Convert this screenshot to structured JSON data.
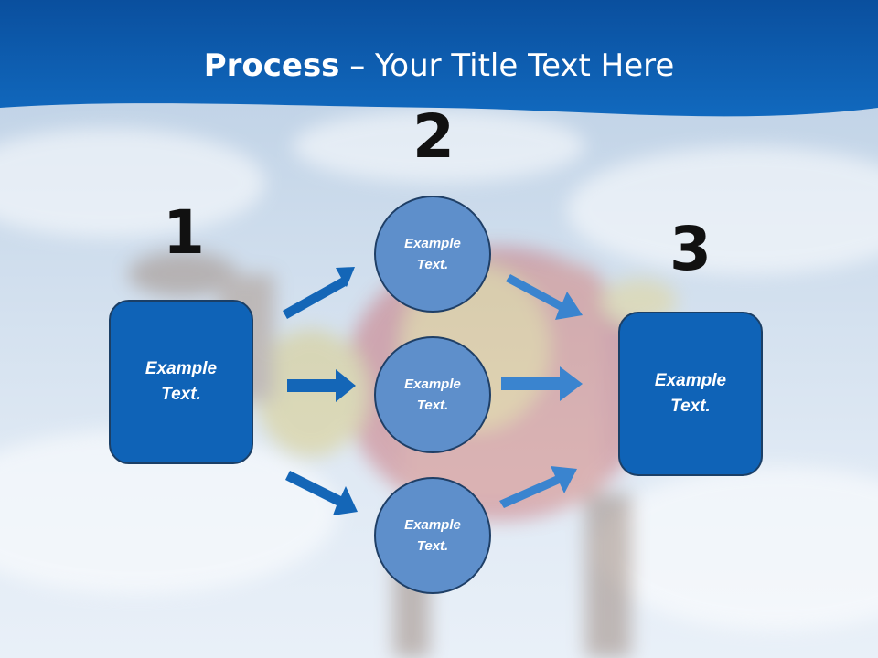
{
  "slide": {
    "title_bold": "Process",
    "title_rest": " – Your Title Text Here",
    "colors": {
      "header": "#0a5aab",
      "box": "#0f63b7",
      "circle": "#5e8fcb",
      "arrow_dark": "#1466b7",
      "arrow_light": "#3a84cf"
    }
  },
  "steps": {
    "one": "1",
    "two": "2",
    "three": "3"
  },
  "nodes": {
    "left_box": "Example\nText.",
    "circle_top": "Example\nText.",
    "circle_mid": "Example\nText.",
    "circle_bottom": "Example\nText.",
    "right_box": "Example\nText."
  }
}
